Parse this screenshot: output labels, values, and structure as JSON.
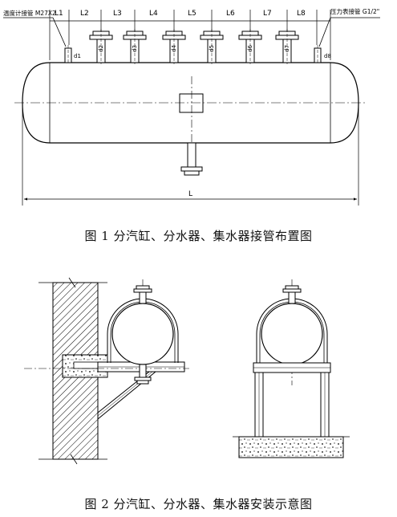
{
  "figure1": {
    "caption": "图 1  分汽缸、分水器、集水器接管布置图",
    "left_callout": "温度计接管 M27X2",
    "right_callout": "压力表接管 G1/2\"",
    "dim_top": [
      "L1",
      "L2",
      "L3",
      "L4",
      "L5",
      "L6",
      "L7",
      "L8"
    ],
    "dim_bottom": "L",
    "nozzle_labels": [
      "d1",
      "d2",
      "d3",
      "d4",
      "d5",
      "d6",
      "d7",
      "d8"
    ]
  },
  "figure2": {
    "caption": "图 2  分汽缸、分水器、集水器安装示意图"
  }
}
